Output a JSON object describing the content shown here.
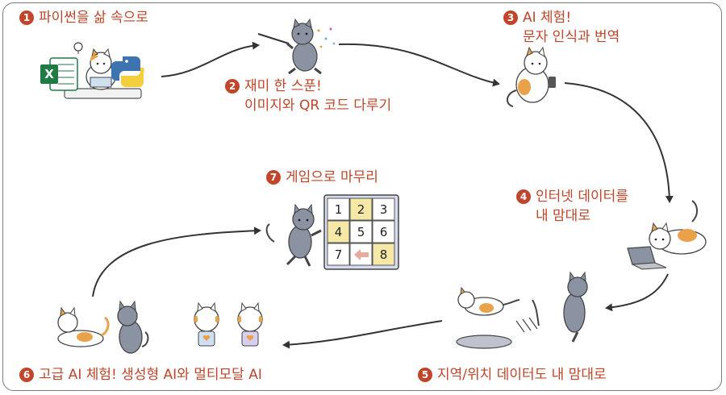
{
  "steps": [
    {
      "num": "1",
      "label": "파이썬을 삶 속으로"
    },
    {
      "num": "2",
      "line1": "재미 한 스푼!",
      "line2": "이미지와 QR 코드 다루기"
    },
    {
      "num": "3",
      "line1": "AI 체험!",
      "line2": "문자 인식과 번역"
    },
    {
      "num": "4",
      "line1": "인터넷 데이터를",
      "line2": "내 맘대로"
    },
    {
      "num": "5",
      "label": "지역/위치 데이터도 내 맘대로"
    },
    {
      "num": "6",
      "label": "고급 AI 체험! 생성형 AI와 멀티모달 AI"
    },
    {
      "num": "7",
      "label": "게임으로 마무리"
    }
  ],
  "puzzle": {
    "tiles": [
      "1",
      "2",
      "3",
      "4",
      "5",
      "6",
      "7",
      "",
      "8"
    ]
  },
  "icons": {
    "excel_letter": "X"
  },
  "colors": {
    "accent": "#c0452a",
    "arrow": "#333333",
    "cat_gray": "#8b93a3",
    "cat_orange": "#e9a24a",
    "python_blue": "#3d74b0",
    "python_yellow": "#f4cf3d",
    "excel_green": "#1f7a44",
    "puzzle_highlight": "#f6e9a8",
    "puzzle_blue": "#d5dcee",
    "arrow_tile": "#e9a99b"
  }
}
